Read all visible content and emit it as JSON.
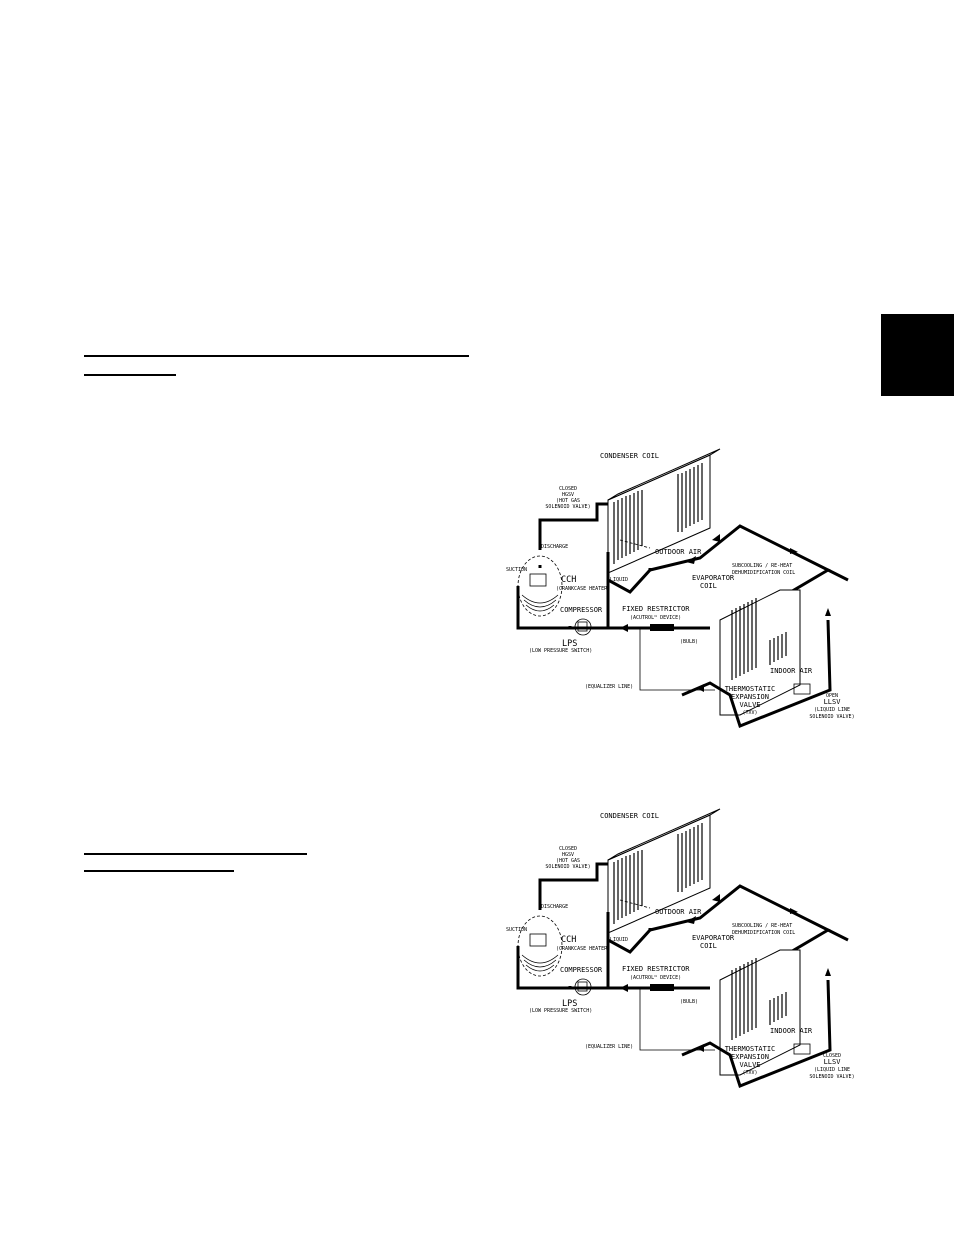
{
  "page": {
    "side_tab": {
      "color": "#000000"
    }
  },
  "diagrams": [
    {
      "condenser_coil": "CONDENSER COIL",
      "hgsv": [
        "CLOSED",
        "HGSV",
        "(HOT GAS",
        "SOLENOID VALVE)"
      ],
      "discharge": "DISCHARGE",
      "suction": "SUCTION",
      "outdoor_air": "OUTDOOR AIR",
      "liquid": "LIQUID",
      "cch": "CCH",
      "cch_sub": "(CRANKCASE HEATER)",
      "compressor": "COMPRESSOR",
      "lps": "LPS",
      "lps_sub": "(LOW PRESSURE SWITCH)",
      "subcooling": [
        "SUBCOOLING / RE-HEAT",
        "DEHUMIDIFICATION COIL"
      ],
      "evaporator": [
        "EVAPORATOR",
        "COIL"
      ],
      "fixed_restrictor": "FIXED RESTRICTOR",
      "acutrol": "(ACUTROL™ DEVICE)",
      "bulb": "(BULB)",
      "indoor_air": "INDOOR AIR",
      "equalizer": "(EQUALIZER LINE)",
      "txv": [
        "THERMOSTATIC",
        "EXPANSION",
        "VALVE",
        "(TXV)"
      ],
      "llsv": [
        "OPEN",
        "LLSV",
        "(LIQUID LINE",
        "SOLENOID VALVE)"
      ]
    },
    {
      "condenser_coil": "CONDENSER COIL",
      "hgsv": [
        "CLOSED",
        "HGSV",
        "(HOT GAS",
        "SOLENOID VALVE)"
      ],
      "discharge": "DISCHARGE",
      "suction": "SUCTION",
      "outdoor_air": "OUTDOOR AIR",
      "liquid": "LIQUID",
      "cch": "CCH",
      "cch_sub": "(CRANKCASE HEATER)",
      "compressor": "COMPRESSOR",
      "lps": "LPS",
      "lps_sub": "(LOW PRESSURE SWITCH)",
      "subcooling": [
        "SUBCOOLING / RE-HEAT",
        "DEHUMIDIFICATION COIL"
      ],
      "evaporator": [
        "EVAPORATOR",
        "COIL"
      ],
      "fixed_restrictor": "FIXED RESTRICTOR",
      "acutrol": "(ACUTROL™ DEVICE)",
      "bulb": "(BULB)",
      "indoor_air": "INDOOR AIR",
      "equalizer": "(EQUALIZER LINE)",
      "txv": [
        "THERMOSTATIC",
        "EXPANSION",
        "VALVE",
        "(TXV)"
      ],
      "llsv": [
        "CLOSED",
        "LLSV",
        "(LIQUID LINE",
        "SOLENOID VALVE)"
      ]
    }
  ]
}
